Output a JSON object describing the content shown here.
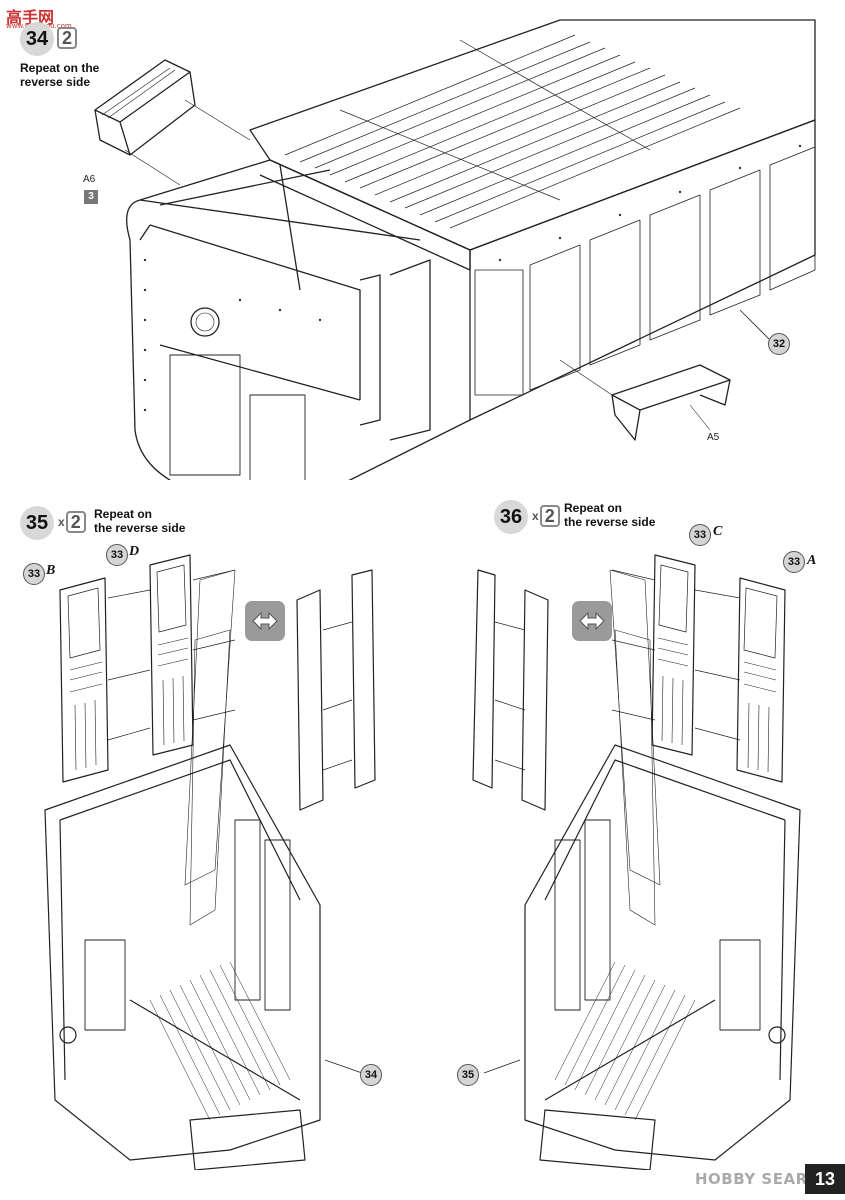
{
  "watermark": {
    "text": "高手网",
    "url": "www.gaoshou.com"
  },
  "step34": {
    "multiplier": "2",
    "note": "Repeat on the reverse side",
    "parts": [
      "A6",
      "A5"
    ],
    "sub_step": "3",
    "callout": "32"
  },
  "step35": {
    "number": "35",
    "multiplier": "2",
    "note_line1": "Repeat on",
    "note_line2": "the reverse side",
    "parts": [
      {
        "num": "33",
        "suffix": "B"
      },
      {
        "num": "33",
        "suffix": "D"
      }
    ],
    "callout": "34"
  },
  "step36": {
    "number": "36",
    "multiplier": "2",
    "note_line1": "Repeat on",
    "note_line2": "the reverse side",
    "parts": [
      {
        "num": "33",
        "suffix": "C"
      },
      {
        "num": "33",
        "suffix": "A"
      }
    ],
    "callout": "35"
  },
  "footer": {
    "brand": "HOBBY SEARCH",
    "page": "13"
  },
  "icons": {
    "flip": "double-arrow-flip-icon",
    "assembly": "line-art-assembly-drawing"
  }
}
